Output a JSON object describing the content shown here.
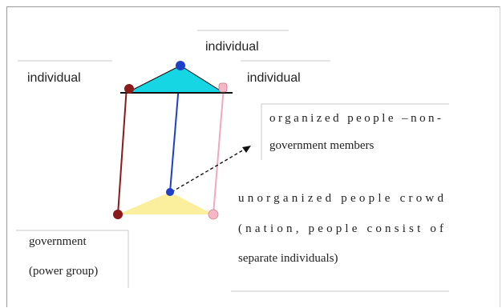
{
  "labels": {
    "individual_top": "individual",
    "individual_left": "individual",
    "individual_right": "individual",
    "organized_line1": "organized people –non-",
    "organized_line2": "government members",
    "unorganized_line1": "unorganized people crowd",
    "unorganized_line2": "(nation, people consist of",
    "unorganized_line3": "separate individuals)",
    "government_line1": "government",
    "government_line2": "(power group)"
  },
  "colors": {
    "top_face": "#17d6e3",
    "bottom_face": "#fbef9e",
    "left_edge": "#8b1a1a",
    "center_edge": "#1f3fc8",
    "right_edge": "#f0a8c0",
    "dark_red_node": "#8b1a1a",
    "blue_node": "#1f3fc8",
    "pink_node": "#f7b6c8",
    "dashed_arrow": "#111111"
  }
}
